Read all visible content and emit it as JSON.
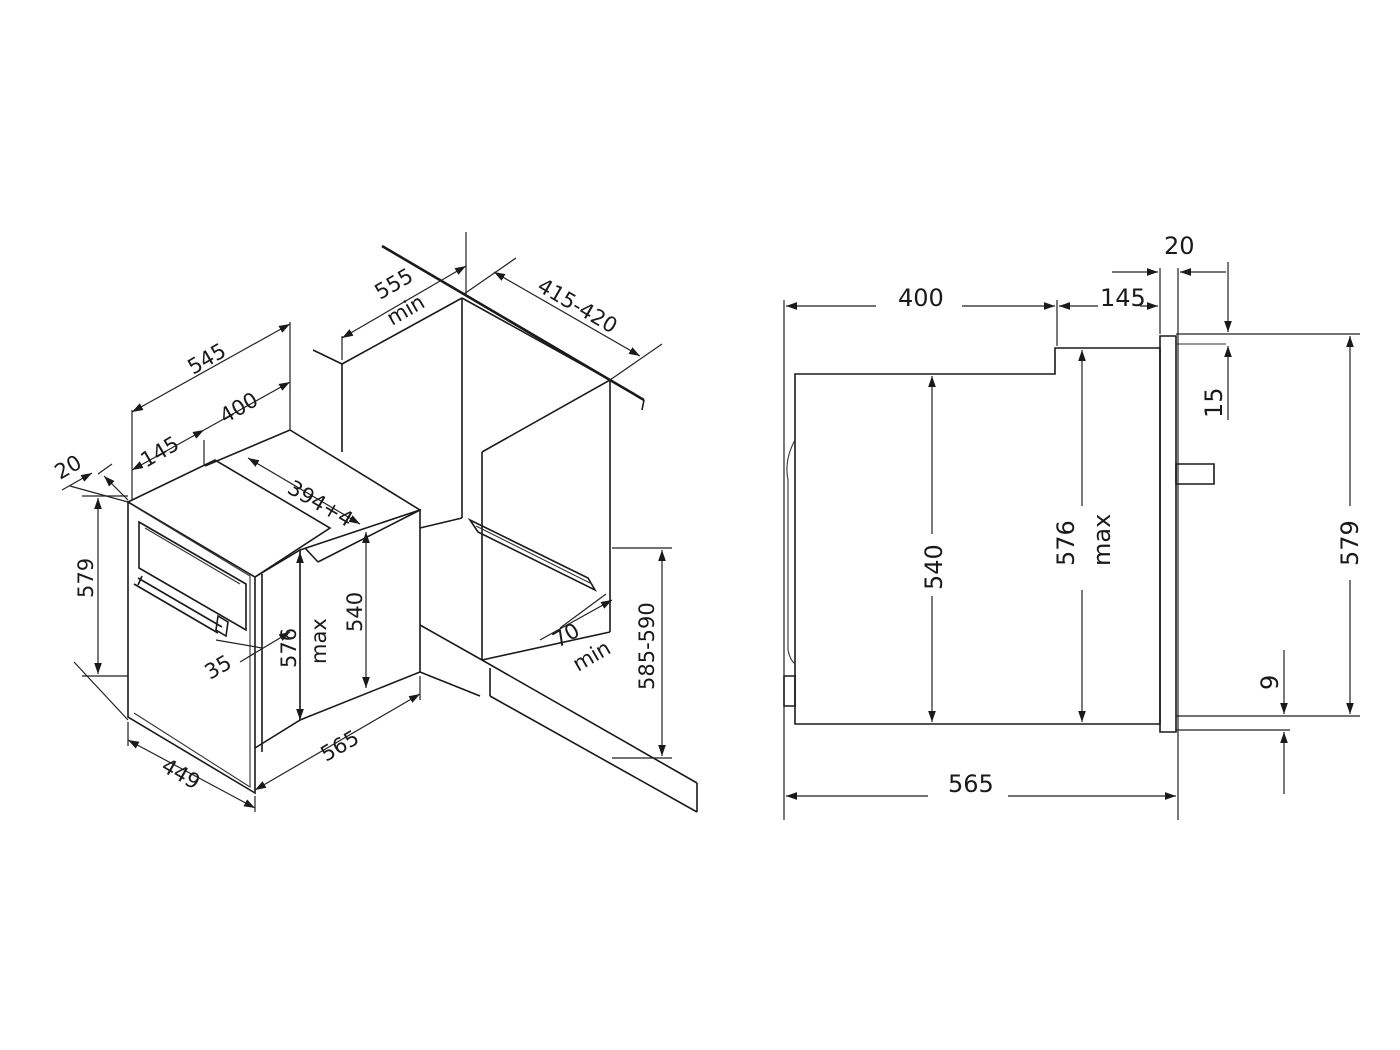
{
  "isometric": {
    "labels": {
      "d20": "20",
      "d545": "545",
      "d400": "400",
      "d145": "145",
      "d394": "394+4",
      "d579": "579",
      "d540": "540",
      "d576": "576",
      "dmax": "max",
      "d35": "35",
      "d449": "449",
      "d565": "565",
      "d555": "555",
      "dmin_top": "min",
      "d415": "415-420",
      "d70": "70",
      "dmin_bottom": "min",
      "d585": "585-590"
    }
  },
  "side": {
    "labels": {
      "d20": "20",
      "d400": "400",
      "d145": "145",
      "d15": "15",
      "d540": "540",
      "d576": "576",
      "dmax": "max",
      "d579": "579",
      "d9": "9",
      "d565": "565"
    }
  }
}
